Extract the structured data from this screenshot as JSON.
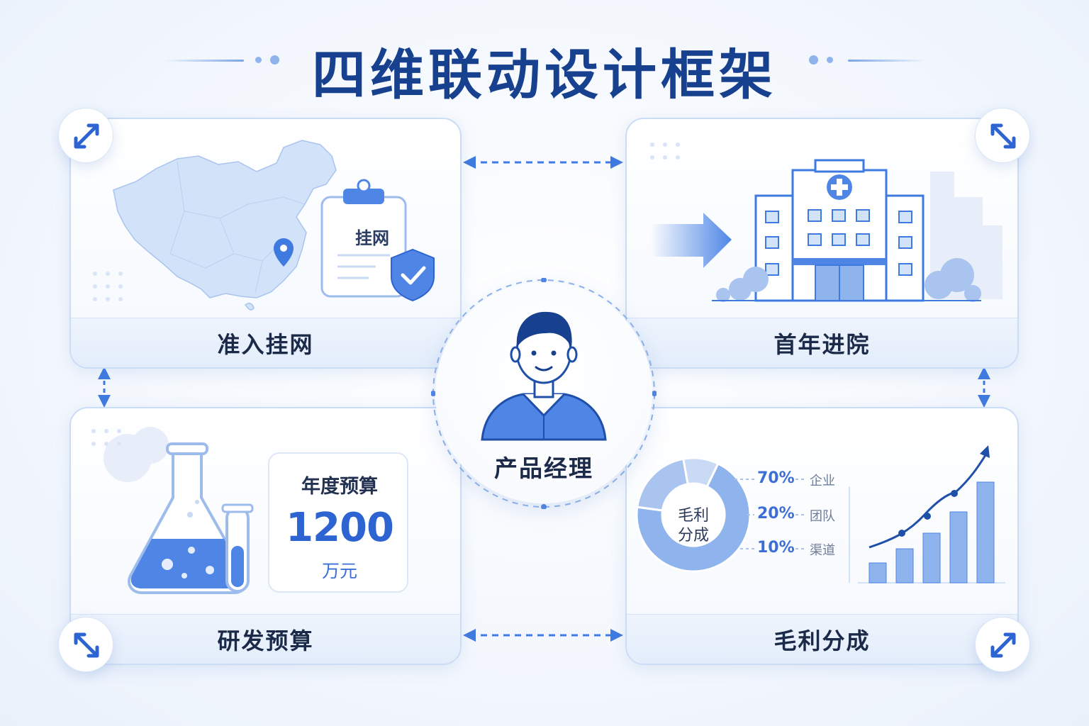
{
  "header": {
    "title": "四维联动设计框架"
  },
  "center": {
    "label": "产品经理"
  },
  "quadrants": {
    "top_left": {
      "label": "准入挂网",
      "clipboard_text": "挂网"
    },
    "top_right": {
      "label": "首年进院"
    },
    "bottom_left": {
      "label": "研发预算",
      "budget": {
        "title": "年度预算",
        "value": "1200",
        "unit": "万元"
      }
    },
    "bottom_right": {
      "label": "毛利分成",
      "donut_label_line1": "毛利",
      "donut_label_line2": "分成",
      "shares": [
        {
          "pct": "70%",
          "name": "企业",
          "value": 70
        },
        {
          "pct": "20%",
          "name": "团队",
          "value": 20
        },
        {
          "pct": "10%",
          "name": "渠道",
          "value": 10
        }
      ]
    }
  },
  "colors": {
    "accent": "#2d64d2",
    "title": "#17408f",
    "light_blue": "#cfe0f8"
  },
  "icons": {
    "corners": [
      "expand-arrow-icon",
      "expand-arrow-icon",
      "expand-arrow-icon",
      "expand-arrow-icon"
    ],
    "top_left": [
      "china-map-icon",
      "location-pin-icon",
      "clipboard-icon",
      "shield-check-icon"
    ],
    "top_right": [
      "arrow-right-icon",
      "hospital-icon"
    ],
    "bottom_left": [
      "flask-icon",
      "test-tube-icon"
    ],
    "bottom_right": [
      "donut-chart-icon",
      "growth-bar-chart-icon"
    ],
    "center": [
      "person-avatar-icon"
    ]
  }
}
